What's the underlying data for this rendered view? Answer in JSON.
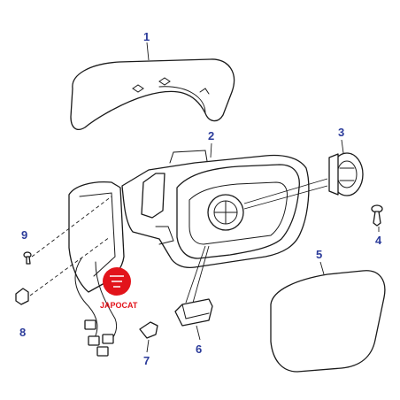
{
  "callouts": [
    {
      "id": "1",
      "label": "1"
    },
    {
      "id": "2",
      "label": "2"
    },
    {
      "id": "3",
      "label": "3"
    },
    {
      "id": "4",
      "label": "4"
    },
    {
      "id": "5",
      "label": "5"
    },
    {
      "id": "6",
      "label": "6"
    },
    {
      "id": "7",
      "label": "7"
    },
    {
      "id": "8",
      "label": "8"
    },
    {
      "id": "9",
      "label": "9"
    }
  ],
  "watermark": {
    "brand": "JAPOCAT"
  },
  "colors": {
    "callout": "#2b3b9a",
    "line": "#1a1a1a",
    "watermark_red": "#e2141b"
  }
}
